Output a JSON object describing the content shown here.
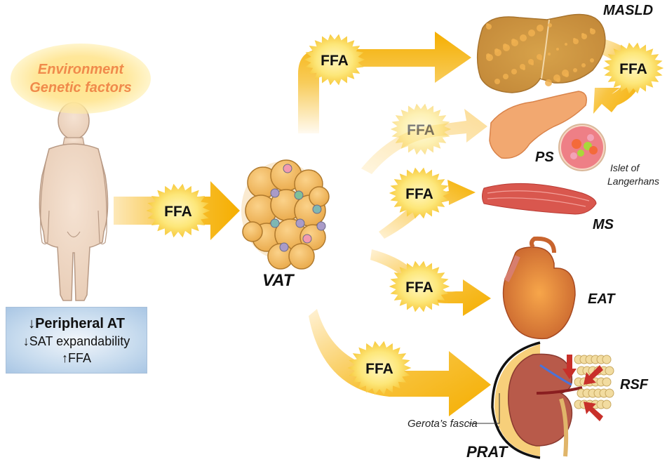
{
  "source_label": {
    "lines": [
      "Environment",
      "Genetic factors"
    ]
  },
  "peripheral_box": {
    "line1": "↓Peripheral AT",
    "line2": "↓SAT expandability",
    "line3": "↑FFA"
  },
  "flux_label": "FFA",
  "hub_label": "VAT",
  "targets": {
    "liver": "MASLD",
    "pancreas": "PS",
    "islet": [
      "Islet of",
      "Langerhans"
    ],
    "muscle": "MS",
    "heart": "EAT",
    "kidney_fat": "RSF",
    "perirenal": "PRAT",
    "fascia": "Gerota’s fascia"
  },
  "colors": {
    "arrow": "#f5b000",
    "arrow_light": "#fbd98a",
    "burst": "#fde77a",
    "burst_edge": "#f7c93e",
    "env_text": "#f08a4b",
    "box_fill": "#c7dbee"
  }
}
